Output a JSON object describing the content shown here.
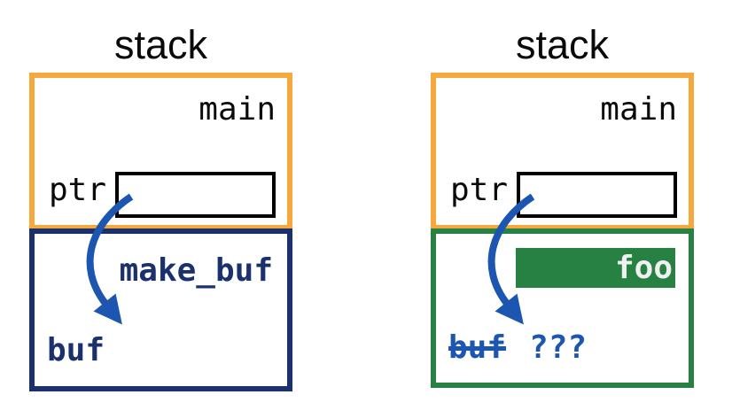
{
  "left_diagram": {
    "title": "stack",
    "main_frame": {
      "function_label": "main",
      "pointer_var_label": "ptr",
      "pointer_value": ""
    },
    "callee_frame": {
      "function_label": "make_buf",
      "buffer_var_label": "buf"
    }
  },
  "right_diagram": {
    "title": "stack",
    "main_frame": {
      "function_label": "main",
      "pointer_var_label": "ptr",
      "pointer_value": ""
    },
    "callee_frame": {
      "function_label": "foo",
      "buffer_var_label": "buf",
      "unknown_value_label": "???"
    }
  },
  "colors": {
    "main_frame_border": "#F7A83C",
    "make_buf_frame": "#1A316E",
    "foo_frame": "#268142",
    "pointer_arrow": "#1D56B1",
    "foo_bar_text": "#F0F0F0"
  }
}
